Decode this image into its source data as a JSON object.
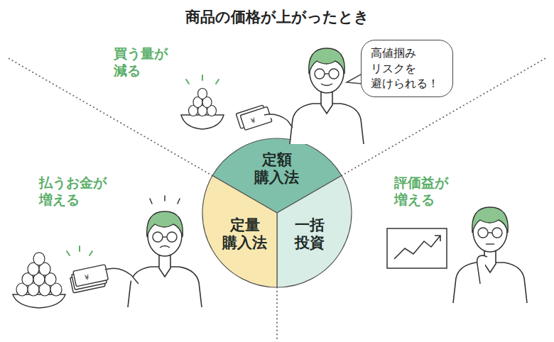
{
  "diagram": {
    "title": "商品の価格が上がったとき",
    "nodes": [
      {
        "text": [
          "定額 購入法"
        ]
      },
      {
        "text": [
          "定量 購入法"
        ]
      },
      {
        "text": [
          "一括 投資"
        ]
      },
      {
        "text": [
          "高値掴み リスクを 避けられる！"
        ]
      }
    ],
    "labels": [
      "買う量が 減る",
      "払うお金が 増える",
      "評価益が 増える"
    ]
  }
}
